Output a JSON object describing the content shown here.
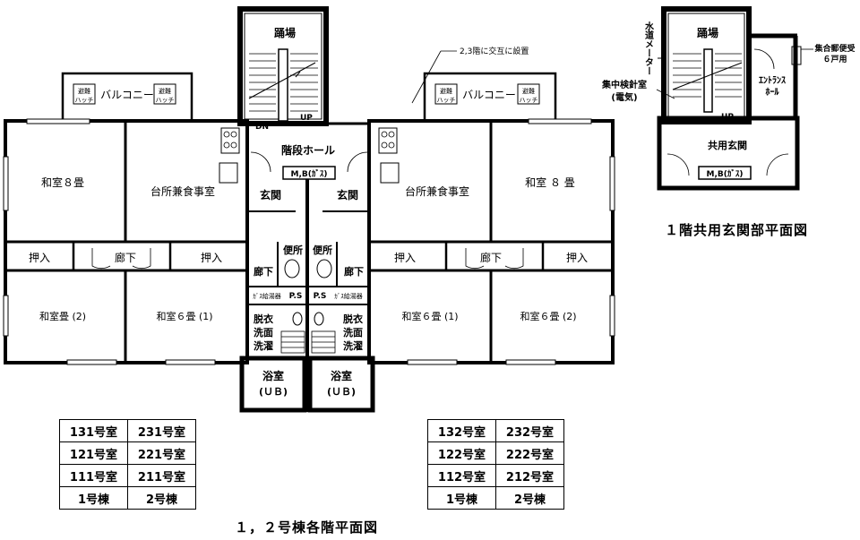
{
  "labels": {
    "stairs": "踊場",
    "staggered_note": "2,3階に交互に設置",
    "balcony": "バルコニー",
    "hatch_top": "避難",
    "hatch_bottom": "ハッチ",
    "dn": "DN",
    "up": "UP",
    "stair_hall": "階段ホール",
    "meter_box": "M,B(ｶﾞｽ)",
    "entry": "玄関",
    "dining_kitchen": "台所兼食事室",
    "washitsu_8": "和室８畳",
    "washitsu_8_right": "和室 ８ 畳",
    "closet": "押入",
    "hallway": "廊下",
    "toilet": "便所",
    "ps": "P.S",
    "gas_heater": "ｶﾞｽ給湯器",
    "washitsu_jo2": "和室畳 (2)",
    "washitsu_6_1": "和室６畳 (1)",
    "washitsu_6_1_right": "和室６畳 (1)",
    "washitsu_6_2": "和室６畳 (2)",
    "dressing_l1": "脱衣",
    "dressing_l2": "洗面",
    "dressing_l3": "洗濯",
    "bath": "浴室",
    "ub": "(ＵＢ)",
    "water_meter": "水道メーター",
    "meter_room": "集中検針室",
    "meter_room_sub": "(電気)",
    "entrance_hall_l1": "ｴﾝﾄﾗﾝｽ",
    "entrance_hall_l2": "ﾎｰﾙ",
    "common_entry": "共用玄関",
    "mailbox_l1": "集合郵便受",
    "mailbox_l2": "６戸用"
  },
  "tables": {
    "left": [
      [
        "131号室",
        "231号室"
      ],
      [
        "121号室",
        "221号室"
      ],
      [
        "111号室",
        "211号室"
      ],
      [
        "1号棟",
        "2号棟"
      ]
    ],
    "right": [
      [
        "132号室",
        "232号室"
      ],
      [
        "122号室",
        "222号室"
      ],
      [
        "112号室",
        "212号室"
      ],
      [
        "1号棟",
        "2号棟"
      ]
    ]
  },
  "captions": {
    "main": "１，２号棟各階平面図",
    "entrance": "１階共用玄関部平面図"
  }
}
